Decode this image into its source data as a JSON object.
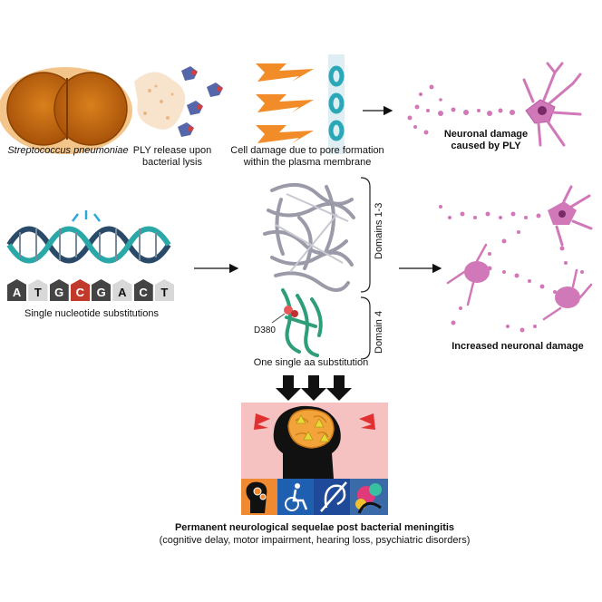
{
  "top_row": {
    "bacterium_label": "Streptococcus pneumoniae",
    "ply_release_label_1": "PLY release upon",
    "ply_release_label_2": "bacterial lysis",
    "cell_damage_label_1": "Cell damage due to pore formation",
    "cell_damage_label_2": "within the plasma membrane",
    "neuronal_damage_label_1": "Neuronal damage",
    "neuronal_damage_label_2": "caused by PLY"
  },
  "middle_row": {
    "nucleotides": [
      "A",
      "T",
      "G",
      "C",
      "G",
      "A",
      "C",
      "T"
    ],
    "highlighted_nucleotide_index": 3,
    "snp_label": "Single nucleotide substitutions",
    "domains_1_3_label": "Domains 1-3",
    "domain_4_label": "Domain 4",
    "residue_label": "D380",
    "substitution_label": "One single  aa substitution",
    "increased_damage_label": "Increased neuronal damage"
  },
  "bottom": {
    "title": "Permanent neurological  sequelae post bacterial meningitis",
    "subtitle": "(cognitive delay, motor impairment,  hearing loss, psychiatric disorders)"
  },
  "colors": {
    "bacterium": "#c96a12",
    "bacterium_outline": "#e8b070",
    "lightning": "#f28c28",
    "membrane": "#2aa8b8",
    "neuron": "#d078b8",
    "dna_dark": "#2a4a6a",
    "dna_teal": "#2aa8a8",
    "highlight_red": "#c0392b",
    "brain_bg": "#f6c1c1",
    "icon_orange": "#f08a30",
    "icon_blue": "#1f5fb0"
  }
}
